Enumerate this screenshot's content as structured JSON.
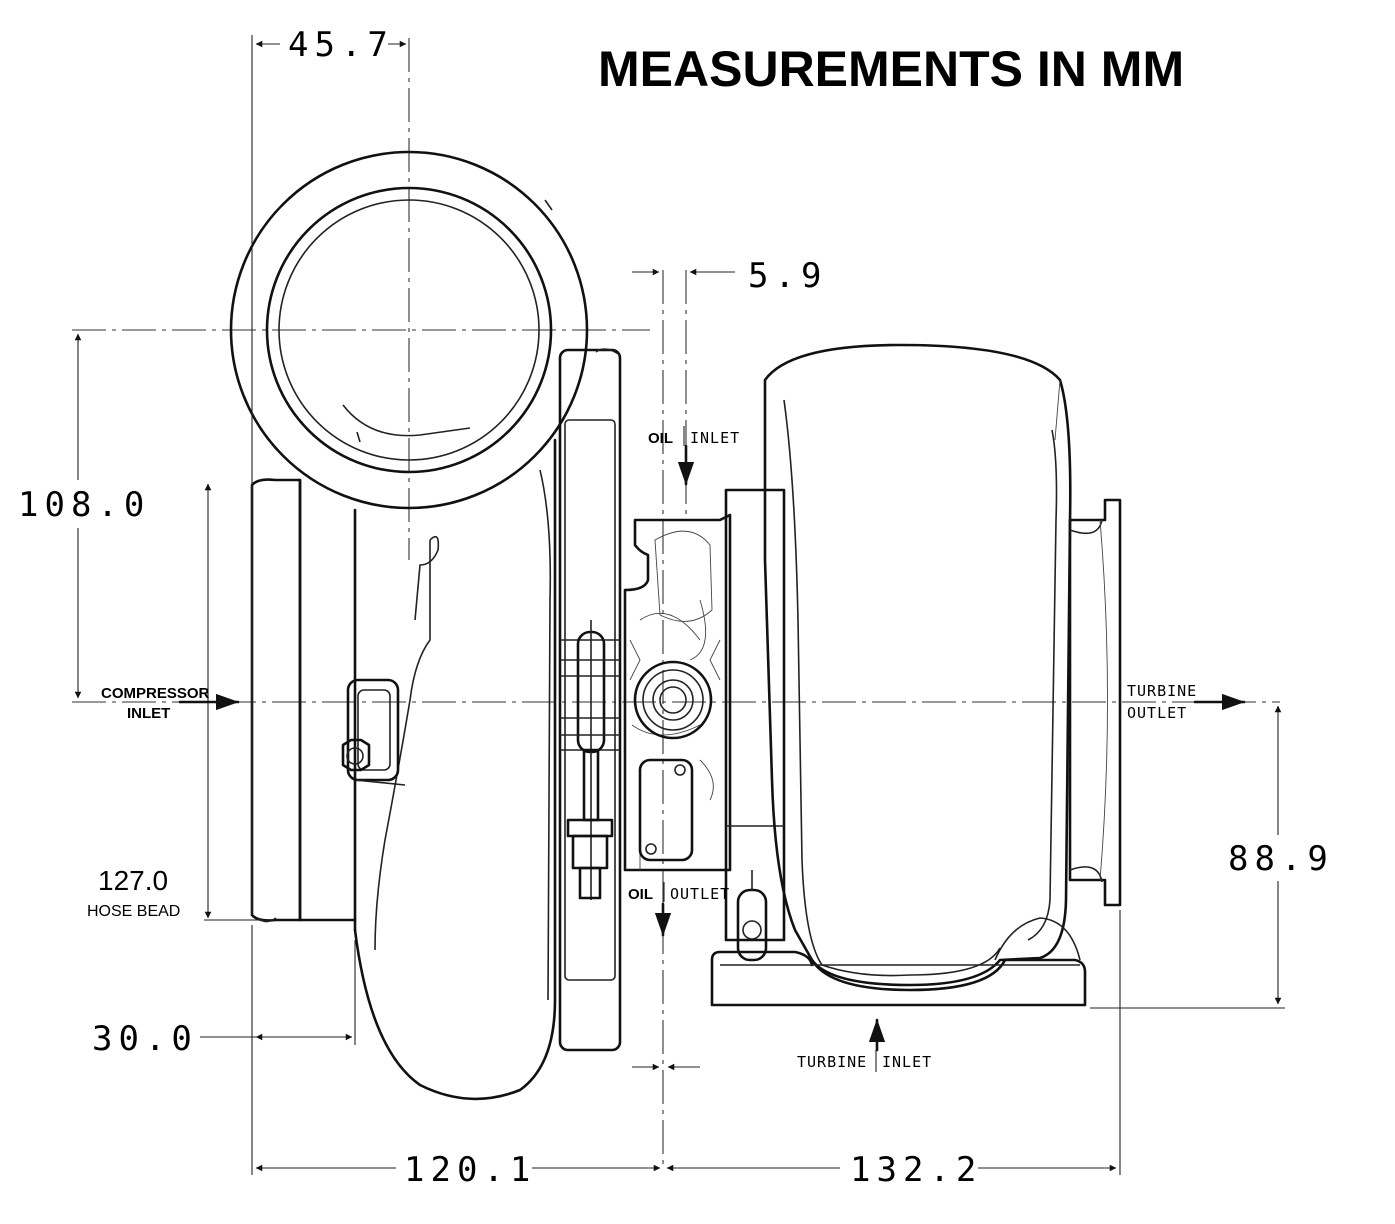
{
  "title": "MEASUREMENTS IN MM",
  "dimensions": {
    "d_45_7": "45.7",
    "d_5_9": "5.9",
    "d_108_0": "108.0",
    "d_127_0": "127.0",
    "d_127_0_note": "HOSE BEAD",
    "d_30_0": "30.0",
    "d_120_1": "120.1",
    "d_132_2": "132.2",
    "d_88_9": "88.9"
  },
  "labels": {
    "compressor_inlet_line1": "COMPRESSOR",
    "compressor_inlet_line2": "INLET",
    "turbine_outlet_line1": "TURBINE",
    "turbine_outlet_line2": "OUTLET",
    "oil_inlet_a": "OIL",
    "oil_inlet_b": "INLET",
    "oil_outlet_a": "OIL",
    "oil_outlet_b": "OUTLET",
    "turbine_inlet_a": "TURBINE",
    "turbine_inlet_b": "INLET"
  }
}
